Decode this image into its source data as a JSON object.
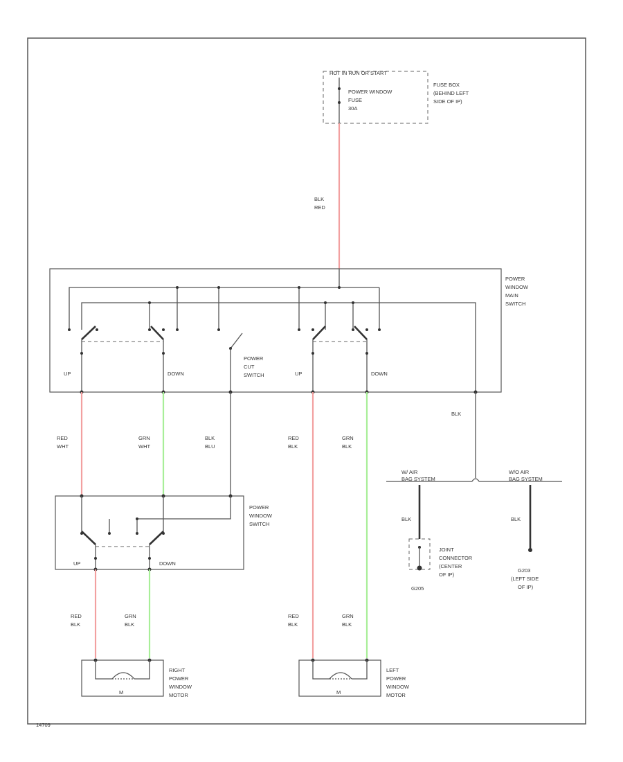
{
  "colors": {
    "border": "#555555",
    "wire_default": "#555555",
    "wire_red": "#f2a0a0",
    "wire_green": "#a8ee98",
    "text": "#333333"
  },
  "fuse_box": {
    "header": "HOT IN RUN OR START",
    "fuse_label_1": "POWER WINDOW",
    "fuse_label_2": "FUSE",
    "fuse_label_3": "30A",
    "location_1": "FUSE BOX",
    "location_2": "(BEHIND LEFT",
    "location_3": "SIDE OF IP)"
  },
  "wires": {
    "supply_1": "BLK",
    "supply_2": "RED",
    "main_ground": "BLK",
    "a_1": "RED",
    "a_2": "WHT",
    "b_1": "GRN",
    "b_2": "WHT",
    "c_1": "BLK",
    "c_2": "BLU",
    "d_1": "RED",
    "d_2": "BLK",
    "e_1": "GRN",
    "e_2": "BLK",
    "f_1": "RED",
    "f_2": "BLK",
    "g_1": "GRN",
    "g_2": "BLK",
    "h_1": "RED",
    "h_2": "BLK",
    "i_1": "GRN",
    "i_2": "BLK",
    "gnd_left": "BLK",
    "gnd_right": "BLK"
  },
  "main_switch": {
    "title_1": "POWER",
    "title_2": "WINDOW",
    "title_3": "MAIN",
    "title_4": "SWITCH",
    "up_left": "UP",
    "down_left": "DOWN",
    "cutout_1": "POWER",
    "cutout_2": "CUT",
    "cutout_3": "SWITCH",
    "up_right": "UP",
    "down_right": "DOWN"
  },
  "sub_switch": {
    "title_1": "POWER",
    "title_2": "WINDOW",
    "title_3": "SWITCH",
    "up": "UP",
    "down": "DOWN"
  },
  "airbag": {
    "with_1": "W/ AIR",
    "with_2": "BAG SYSTEM",
    "without_1": "W/O AIR",
    "without_2": "BAG SYSTEM"
  },
  "joint": {
    "label_1": "JOINT",
    "label_2": "CONNECTOR",
    "label_3": "(CENTER",
    "label_4": "OF IP)",
    "ground": "G205"
  },
  "ground_right": {
    "label_1": "G203",
    "label_2": "(LEFT SIDE",
    "label_3": "OF IP)"
  },
  "right_motor": {
    "symbol": "M",
    "label_1": "RIGHT",
    "label_2": "POWER",
    "label_3": "WINDOW",
    "label_4": "MOTOR"
  },
  "left_motor": {
    "symbol": "M",
    "label_1": "LEFT",
    "label_2": "POWER",
    "label_3": "WINDOW",
    "label_4": "MOTOR"
  },
  "footer_code": "14709"
}
